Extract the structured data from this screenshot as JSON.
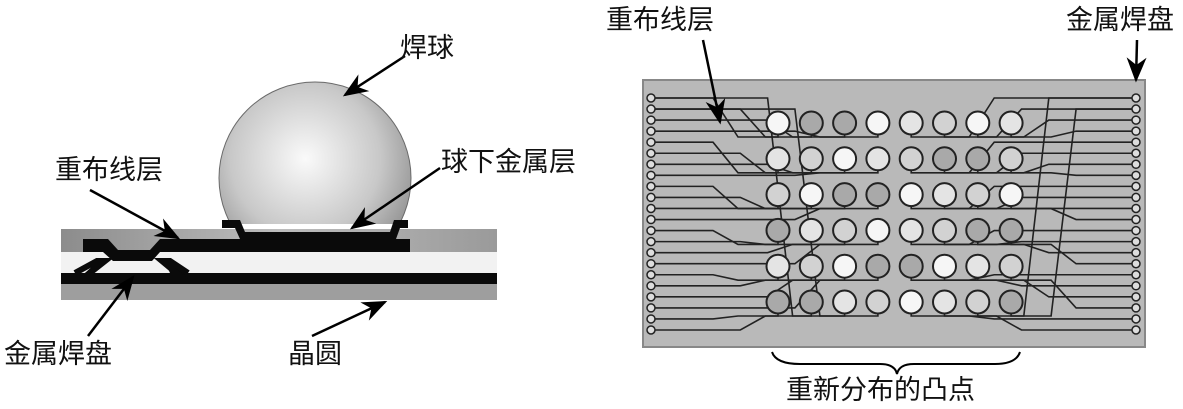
{
  "left_diagram": {
    "labels": {
      "solder_ball": "焊球",
      "ubm": "球下金属层",
      "rdl": "重布线层",
      "metal_pad": "金属焊盘",
      "wafer": "晶圆"
    }
  },
  "right_diagram": {
    "labels": {
      "rdl": "重布线层",
      "metal_pad": "金属焊盘",
      "redistributed_bumps": "重新分布的凸点"
    },
    "bump_grid": {
      "rows": 6,
      "cols": 8
    },
    "edge_pads_per_side": 22
  },
  "colors": {
    "board": "#b9b9b9",
    "trace": "#222222",
    "metal": "#0a0a0a"
  }
}
